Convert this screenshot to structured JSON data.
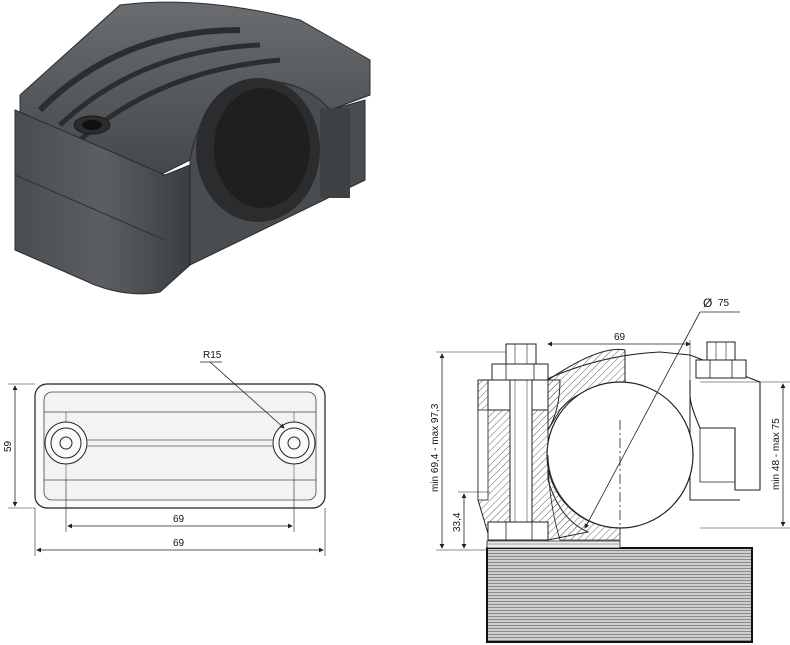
{
  "colors": {
    "body_dark": "#3f4245",
    "body_mid": "#55585b",
    "body_light": "#7a7d80",
    "hatch": "#666666",
    "line": "#222222"
  },
  "top_view": {
    "radius_label": "R15",
    "height_label": "59",
    "inner_width_label": "69",
    "outer_width_label": "69"
  },
  "section_view": {
    "diameter_symbol": "Ø",
    "diameter_label": "75",
    "top_width_label": "69",
    "left_height_label": "min 69,4 - max 97,3",
    "right_height_label": "min 48 - max 75",
    "base_height_label": "33,4"
  }
}
